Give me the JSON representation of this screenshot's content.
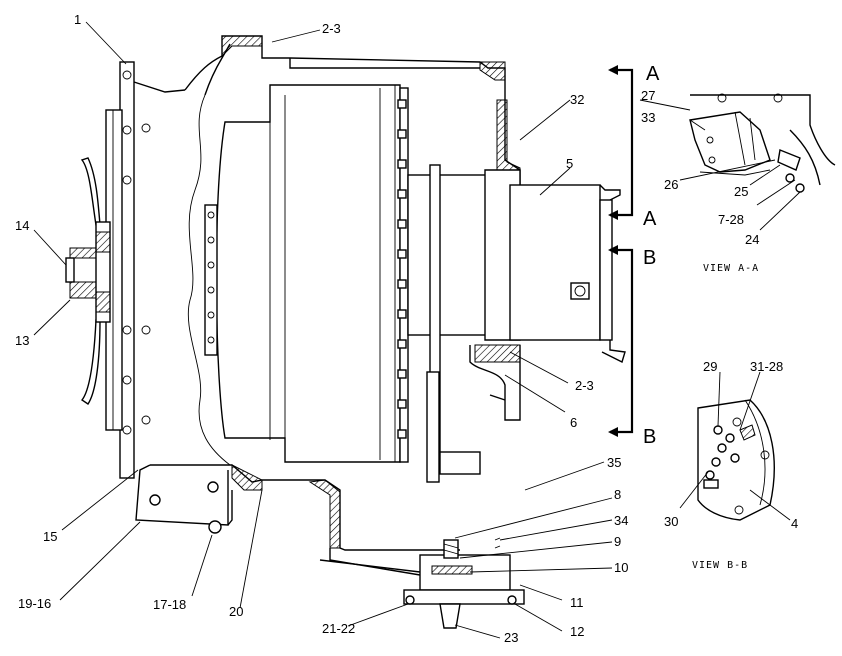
{
  "callouts": {
    "c1": "1",
    "c2_3_top": "2-3",
    "c32": "32",
    "c27": "27",
    "c33": "33",
    "c26": "26",
    "c25": "25",
    "c7_28": "7-28",
    "c24": "24",
    "c5": "5",
    "c14": "14",
    "c13": "13",
    "c2_3_mid": "2-3",
    "c6": "6",
    "c29": "29",
    "c31_28": "31-28",
    "c35": "35",
    "c8": "8",
    "c34": "34",
    "c9": "9",
    "c10": "10",
    "c11": "11",
    "c12": "12",
    "c23": "23",
    "c30": "30",
    "c4": "4",
    "c15": "15",
    "c19_16": "19-16",
    "c17_18": "17-18",
    "c20": "20",
    "c21_22": "21-22"
  },
  "sections": {
    "a_top": "A",
    "a_bottom": "A",
    "b_top": "B",
    "b_bottom": "B"
  },
  "views": {
    "view_a": "VIEW A-A",
    "view_b": "VIEW B-B"
  }
}
